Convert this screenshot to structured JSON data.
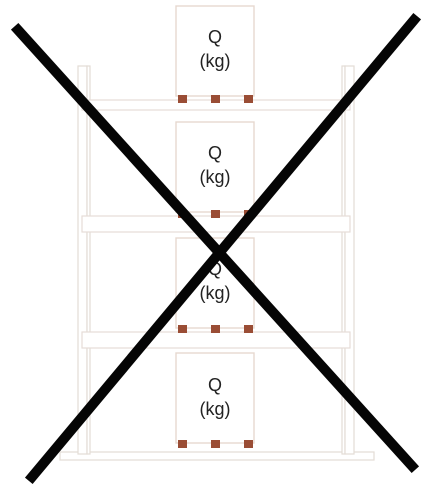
{
  "diagram": {
    "loads": [
      {
        "line1": "Q",
        "line2": "(kg)"
      },
      {
        "line1": "Q",
        "line2": "(kg)"
      },
      {
        "line1": "Q",
        "line2": "(kg)"
      },
      {
        "line1": "Q",
        "line2": "(kg)"
      }
    ],
    "colors": {
      "rack": "#e3dcd6",
      "box_border": "#e6d9cf",
      "pallet": "#9a4d35",
      "cross": "#050505",
      "text": "#222222"
    }
  }
}
